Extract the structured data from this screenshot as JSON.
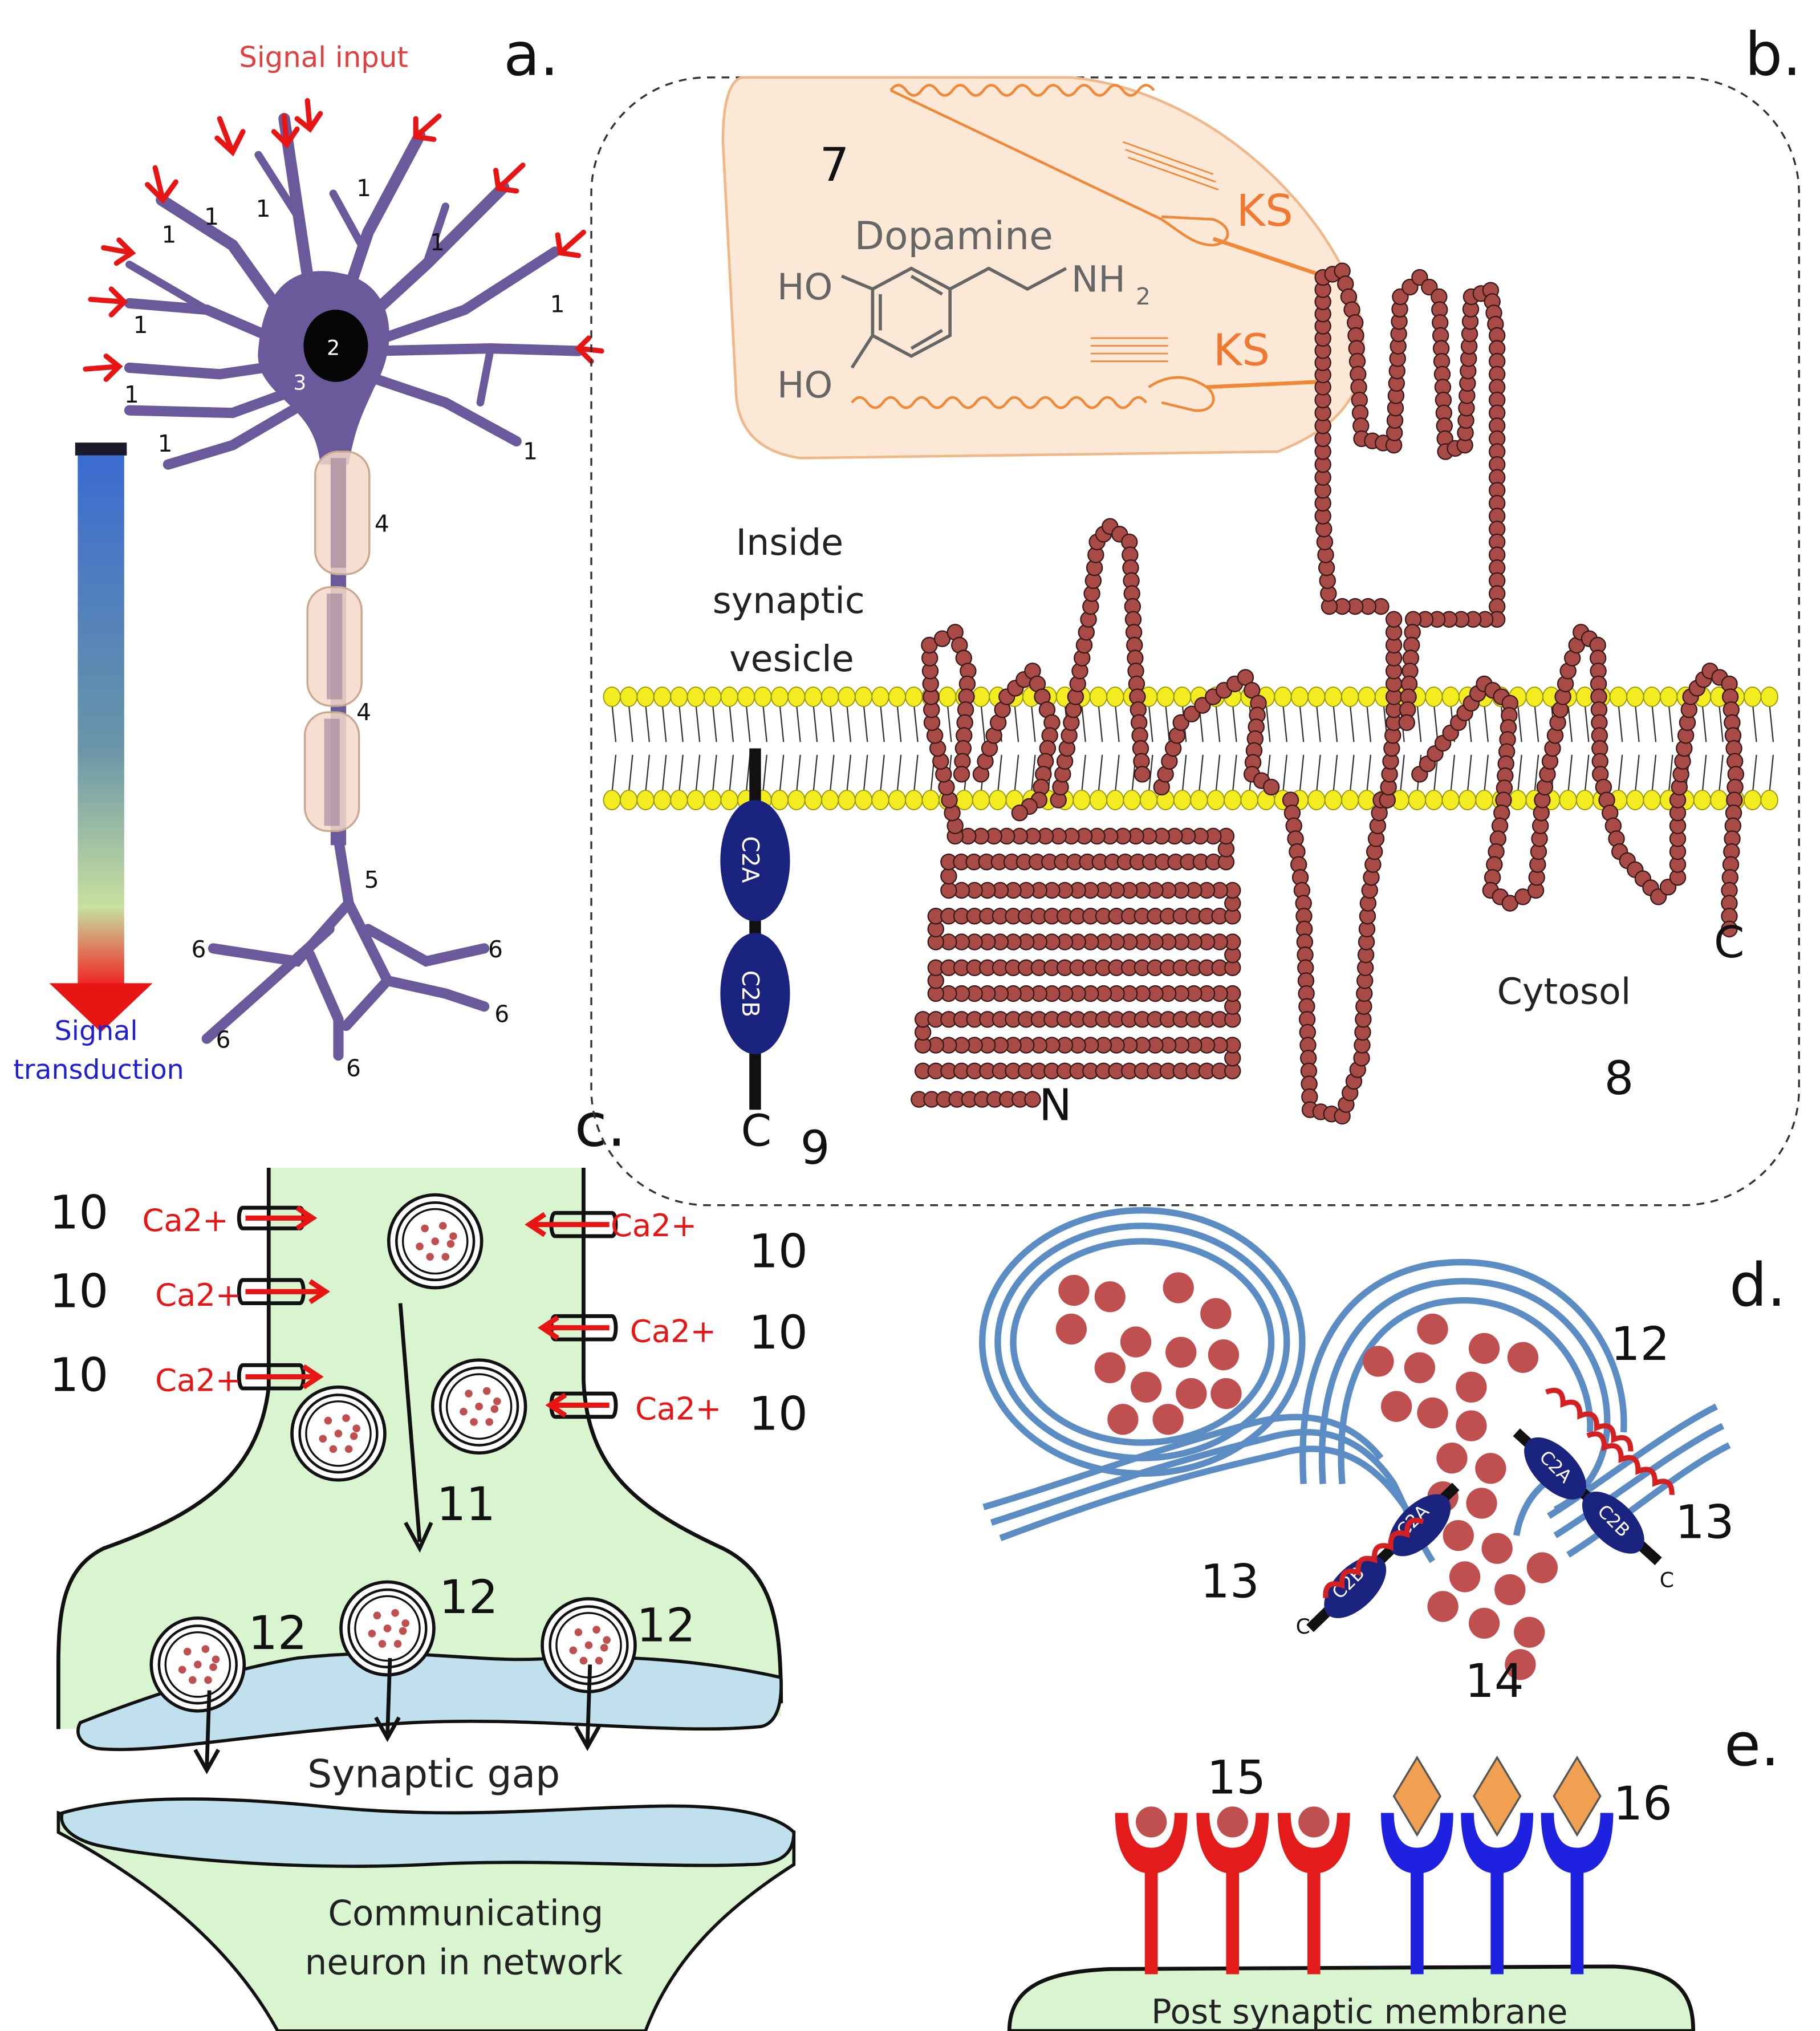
{
  "panels": {
    "a": "a.",
    "b": "b.",
    "c": "c.",
    "d": "d.",
    "e": "e."
  },
  "colors": {
    "neuron": "#6a5a9c",
    "axon_segment": "#f4d9c8",
    "signal_arrow": "#e81515",
    "protein_bead": "#a84a46",
    "membrane_head": "#f2ec20",
    "c2_domain": "#1a237e",
    "terminal_fill": "#d8f5d0",
    "membrane_blue": "#bfe0ec",
    "vesicle_blue": "#5b8cc4",
    "receptor_red": "#e41b1b",
    "receptor_blue": "#1e22e0",
    "ligand_orange": "#f0a050",
    "dopamine_box": "#fbe0c8"
  },
  "panel_a": {
    "signal_input": "Signal input",
    "signal_transduction_line1": "Signal",
    "signal_transduction_line2": "transduction",
    "dendrite_label": "1",
    "nucleus_label": "2",
    "soma_label": "3",
    "myelin_label": "4",
    "axon_hillock_label": "5",
    "terminal_label": "6"
  },
  "panel_b": {
    "box_number": "7",
    "dopamine": "Dopamine",
    "ho": "HO",
    "nh2": "NH",
    "nh2_sub": "2",
    "ks": "KS",
    "inside_line1": "Inside",
    "inside_line2": "synaptic",
    "inside_line3": "vesicle",
    "c2a": "C2A",
    "c2b": "C2B",
    "c_terminus": "C",
    "n_terminus": "N",
    "cytosol": "Cytosol",
    "num_8": "8",
    "num_9": "9"
  },
  "panel_c": {
    "channel_number": "10",
    "ca": "Ca2+",
    "num_11": "11",
    "num_12": "12",
    "synaptic_gap": "Synaptic gap",
    "communicating_line1": "Communicating",
    "communicating_line2": "neuron in network"
  },
  "panel_d": {
    "num_12": "12",
    "num_13": "13",
    "num_14": "14",
    "c2a": "C2A",
    "c2b": "C2B",
    "c": "C"
  },
  "panel_e": {
    "num_15": "15",
    "num_16": "16",
    "post_synaptic": "Post synaptic membrane"
  }
}
